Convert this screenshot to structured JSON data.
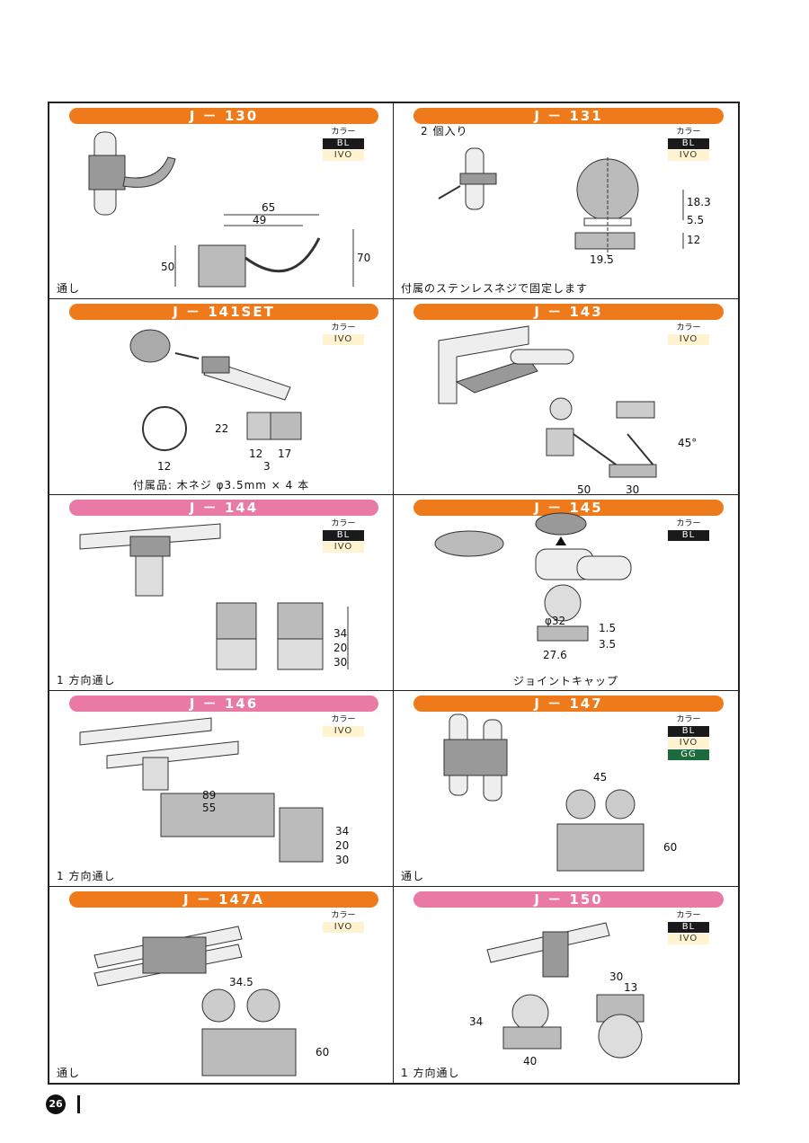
{
  "color_heading": "カラー",
  "page_number": "26",
  "cells": [
    {
      "id": "j130",
      "title": "J － 130",
      "title_color": "#ef7a1c",
      "colors": [
        "BL",
        "IVO"
      ],
      "note": "通し",
      "dims": [
        "65",
        "49",
        "50",
        "70"
      ]
    },
    {
      "id": "j131",
      "title": "J － 131",
      "title_color": "#ef7a1c",
      "subtitle": "2 個入り",
      "colors": [
        "BL",
        "IVO"
      ],
      "note": "付属のステンレスネジで固定します",
      "dims": [
        "18.3",
        "5.5",
        "12",
        "19.5"
      ]
    },
    {
      "id": "j141",
      "title": "J － 141SET",
      "title_color": "#ef7a1c",
      "colors": [
        "IVO"
      ],
      "note": "付属品: 木ネジ φ3.5mm × 4 本",
      "dims": [
        "22",
        "12",
        "12",
        "3",
        "17"
      ]
    },
    {
      "id": "j143",
      "title": "J － 143",
      "title_color": "#ef7a1c",
      "colors": [
        "IVO"
      ],
      "dims": [
        "45°",
        "50",
        "30"
      ]
    },
    {
      "id": "j144",
      "title": "J － 144",
      "title_color": "#e97aa6",
      "colors": [
        "BL",
        "IVO"
      ],
      "note": "1 方向通し",
      "dims": [
        "34",
        "20",
        "30"
      ]
    },
    {
      "id": "j145",
      "title": "J － 145",
      "title_color": "#ef7a1c",
      "colors": [
        "BL"
      ],
      "note": "ジョイントキャップ",
      "dims": [
        "φ32",
        "1.5",
        "3.5",
        "27.6"
      ]
    },
    {
      "id": "j146",
      "title": "J － 146",
      "title_color": "#e97aa6",
      "colors": [
        "IVO"
      ],
      "note": "1 方向通し",
      "dims": [
        "89",
        "55",
        "34",
        "20",
        "30"
      ]
    },
    {
      "id": "j147",
      "title": "J － 147",
      "title_color": "#ef7a1c",
      "colors": [
        "BL",
        "IVO",
        "GG"
      ],
      "note": "通し",
      "dims": [
        "45",
        "60"
      ]
    },
    {
      "id": "j147a",
      "title": "J － 147A",
      "title_color": "#ef7a1c",
      "colors": [
        "IVO"
      ],
      "note": "通し",
      "dims": [
        "34.5",
        "60"
      ]
    },
    {
      "id": "j150",
      "title": "J － 150",
      "title_color": "#e97aa6",
      "colors": [
        "BL",
        "IVO"
      ],
      "note": "1 方向通し",
      "dims": [
        "30",
        "13",
        "34",
        "40"
      ]
    }
  ]
}
